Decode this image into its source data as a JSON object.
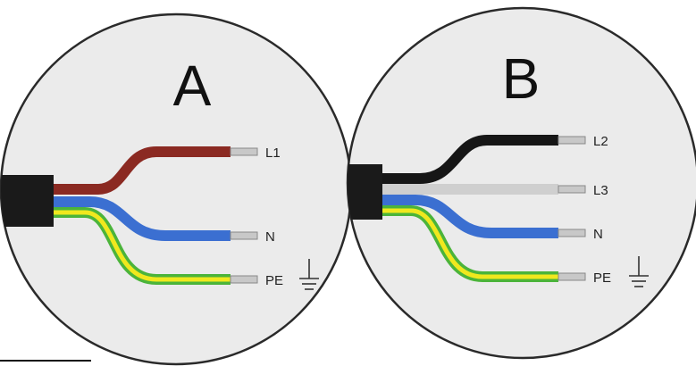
{
  "colors": {
    "circle_fill": "#ebebeb",
    "circle_stroke": "#2a2a2a",
    "sheath": "#1a1a1a",
    "brown": "#8b2a22",
    "blue": "#3b6fd1",
    "black": "#161616",
    "grey": "#cfcfcf",
    "green": "#4bb43a",
    "yellow": "#f0e81e",
    "copper": "#c8c8c8"
  },
  "panels": [
    {
      "letter": "A",
      "wires": [
        {
          "label": "L1",
          "color": "brown"
        },
        {
          "label": "N",
          "color": "blue"
        },
        {
          "label": "PE",
          "color": "green-yellow",
          "ground_icon": "ground-symbol-icon"
        }
      ]
    },
    {
      "letter": "B",
      "wires": [
        {
          "label": "L2",
          "color": "black"
        },
        {
          "label": "L3",
          "color": "grey"
        },
        {
          "label": "N",
          "color": "blue"
        },
        {
          "label": "PE",
          "color": "green-yellow",
          "ground_icon": "ground-symbol-icon"
        }
      ]
    }
  ]
}
